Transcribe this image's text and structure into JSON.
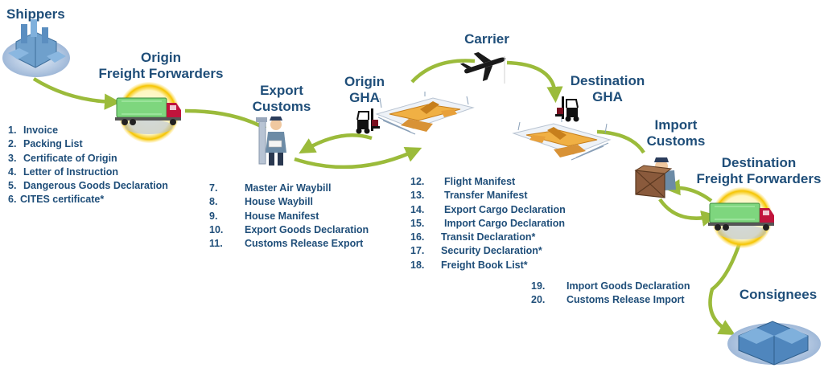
{
  "nodes": {
    "shippers": "Shippers",
    "origin_ff": [
      "Origin",
      "Freight Forwarders"
    ],
    "export_customs": [
      "Export",
      "Customs"
    ],
    "origin_gha": [
      "Origin",
      "GHA"
    ],
    "carrier": "Carrier",
    "dest_gha": [
      "Destination",
      "GHA"
    ],
    "import_customs": [
      "Import",
      "Customs"
    ],
    "dest_ff": [
      "Destination",
      "Freight Forwarders"
    ],
    "consignees": "Consignees"
  },
  "docs": {
    "shipper": [
      {
        "n": "1.",
        "label": "Invoice"
      },
      {
        "n": "2.",
        "label": "Packing List"
      },
      {
        "n": "3.",
        "label": "Certificate of Origin"
      },
      {
        "n": "4.",
        "label": "Letter of Instruction"
      },
      {
        "n": "5.",
        "label": "Dangerous Goods Declaration"
      },
      {
        "n": "6.",
        "label": "CITES certificate*"
      }
    ],
    "export": [
      {
        "n": "7.",
        "label": "Master Air Waybill"
      },
      {
        "n": "8.",
        "label": "House Waybill"
      },
      {
        "n": "9.",
        "label": "House Manifest"
      },
      {
        "n": "10.",
        "label": "Export Goods Declaration"
      },
      {
        "n": "11.",
        "label": "Customs Release Export"
      }
    ],
    "gha": [
      {
        "n": "12.",
        "label": "Flight Manifest"
      },
      {
        "n": "13.",
        "label": "Transfer Manifest"
      },
      {
        "n": "14.",
        "label": "Export Cargo Declaration"
      },
      {
        "n": "15.",
        "label": "Import Cargo Declaration"
      },
      {
        "n": "16.",
        "label": "Transit Declaration*"
      },
      {
        "n": "17.",
        "label": "Security Declaration*"
      },
      {
        "n": "18.",
        "label": "Freight Book List*"
      }
    ],
    "import": [
      {
        "n": "19.",
        "label": "Import Goods Declaration"
      },
      {
        "n": "20.",
        "label": "Customs Release Import"
      }
    ]
  },
  "colors": {
    "title": "#1f4e79",
    "arrow": "#9bbb3b",
    "truck_container": "#7ed67e",
    "truck_cab": "#c0143c",
    "glow": "#f5c400",
    "warehouse": "#6fa0cc",
    "apron": "#f0b044"
  },
  "icons": [
    "factory-icon",
    "truck-icon",
    "customs-officer-icon",
    "forklift-icon",
    "airport-icon",
    "airplane-icon",
    "customs-box-icon",
    "warehouse-icon"
  ]
}
